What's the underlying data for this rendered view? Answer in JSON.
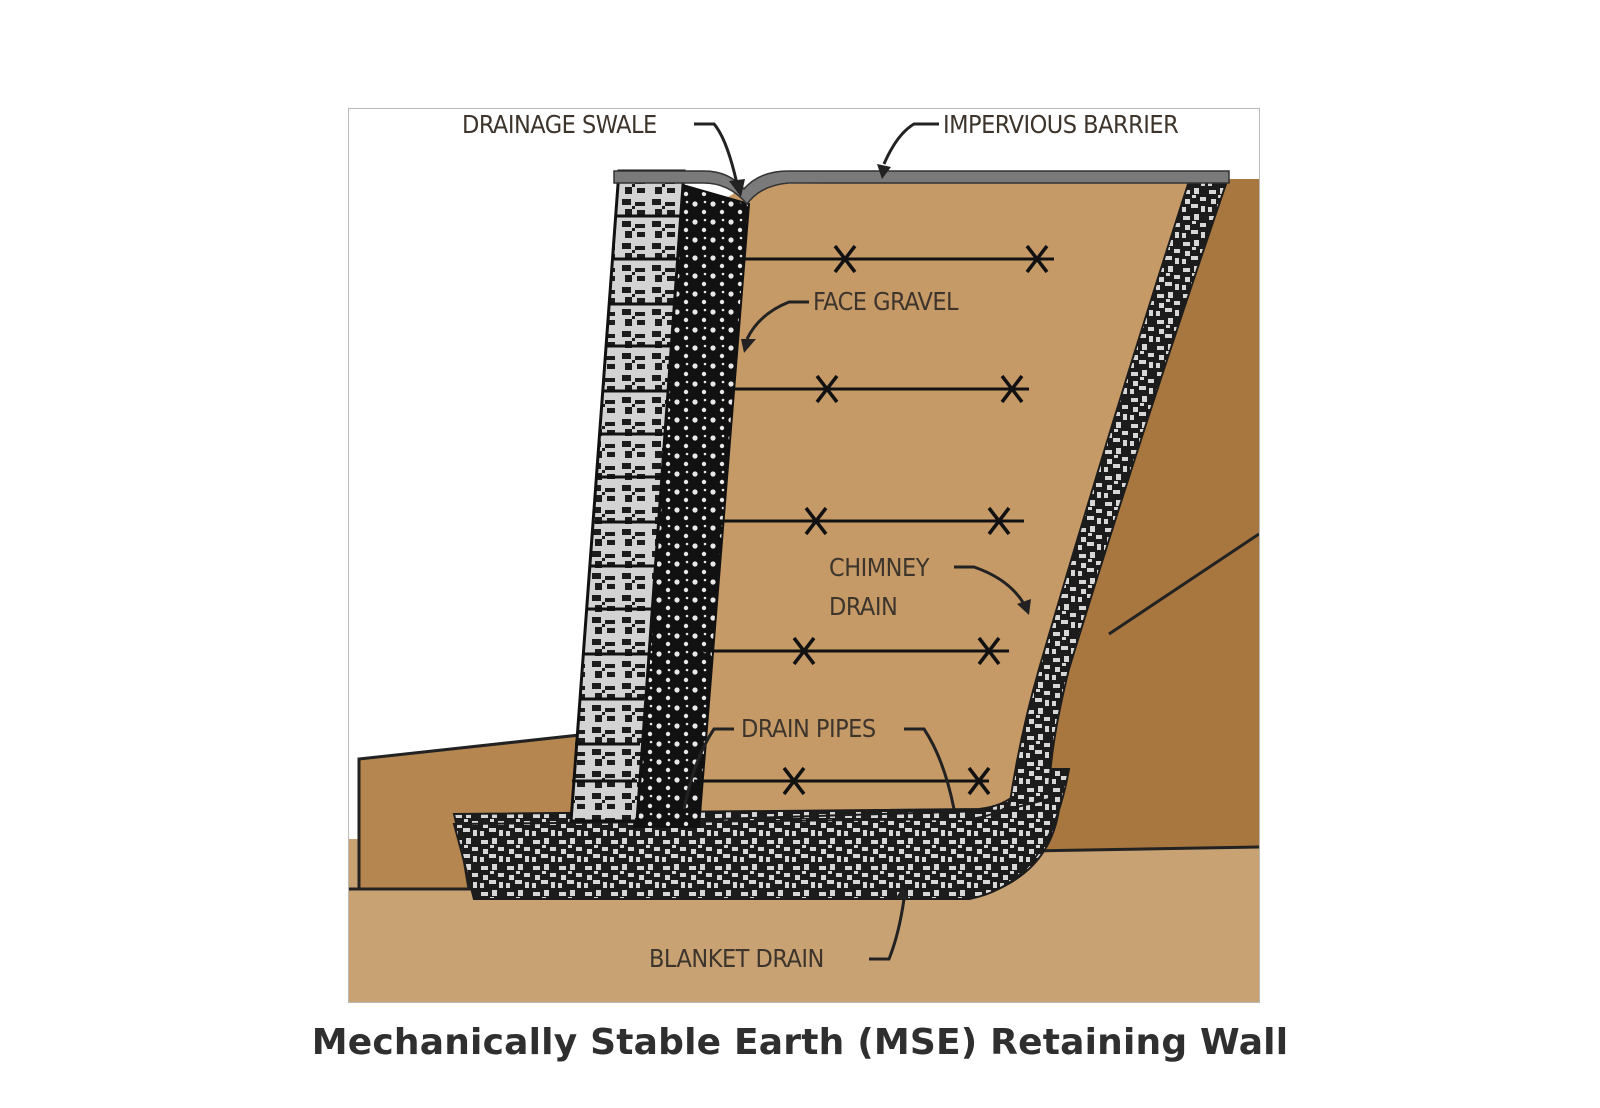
{
  "diagram": {
    "labels": {
      "drainage_swale": "DRAINAGE SWALE",
      "impervious_barrier": "IMPERVIOUS BARRIER",
      "face_gravel": "FACE GRAVEL",
      "chimney_drain_line1": "CHIMNEY",
      "chimney_drain_line2": "DRAIN",
      "drain_pipes": "DRAIN PIPES",
      "blanket_drain": "BLANKET DRAIN"
    },
    "colors": {
      "backfill": "#c69a67",
      "native_soil": "#a8763f",
      "foundation": "#c9a273",
      "gravel_dark": "#1c1c1c",
      "gravel_light": "#d7d7d7",
      "impervious_barrier": "#7a7a7a"
    }
  },
  "caption": "Mechanically Stable Earth (MSE) Retaining Wall"
}
